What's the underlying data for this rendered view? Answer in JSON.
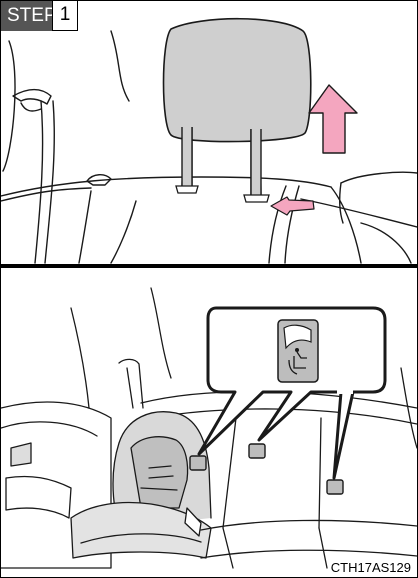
{
  "step": {
    "label": "STEP",
    "number": "1"
  },
  "figure_code": "CTH17AS129",
  "colors": {
    "headrest": "#cfcfcf",
    "arrow": "#f4a6bf",
    "outline": "#1a1a1a",
    "bracket": "#bdbdbd"
  }
}
